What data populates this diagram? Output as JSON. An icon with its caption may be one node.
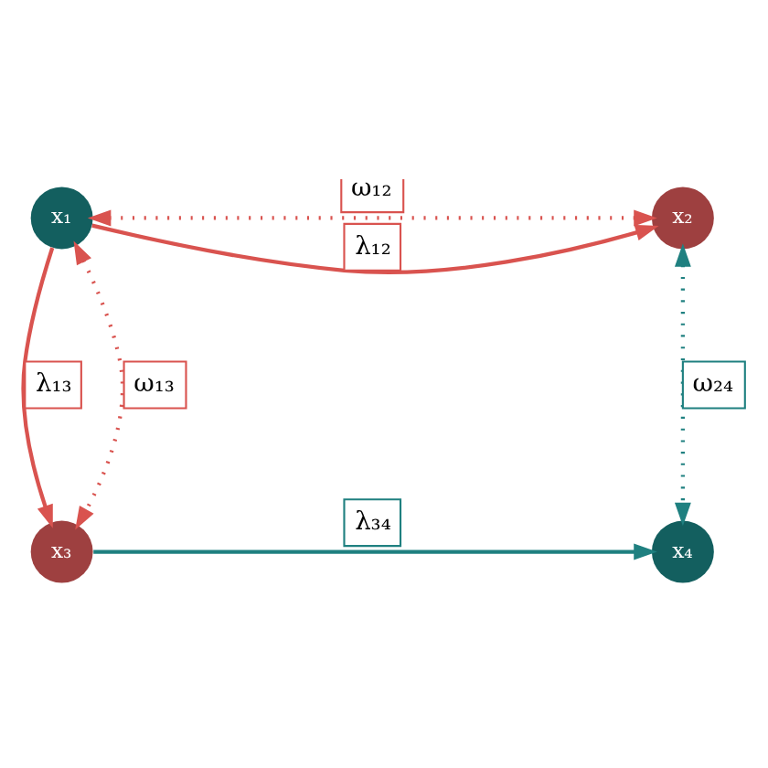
{
  "diagram": {
    "nodes": [
      {
        "text": [
          "x₁"
        ]
      },
      {
        "text": [
          "x₂"
        ]
      },
      {
        "text": [
          "x₃"
        ]
      },
      {
        "text": [
          "x₄"
        ]
      }
    ],
    "edges": [
      {
        "from": 0,
        "to": 1,
        "arrow": "to",
        "label": "λ₁₂"
      },
      {
        "from": 0,
        "to": 2,
        "arrow": "to",
        "label": "λ₁₃"
      },
      {
        "from": 2,
        "to": 3,
        "arrow": "to",
        "label": "λ₃₄",
        "color": "#1f8080"
      },
      {
        "from": 0,
        "to": 1,
        "arrow": "both",
        "label": "ω₁₂",
        "style": "dashed"
      },
      {
        "from": 0,
        "to": 2,
        "arrow": "both",
        "label": "ω₁₃",
        "style": "dashed"
      },
      {
        "from": 1,
        "to": 3,
        "arrow": "both",
        "label": "ω₂₄",
        "style": "dashed",
        "color": "#1f8080"
      }
    ]
  }
}
